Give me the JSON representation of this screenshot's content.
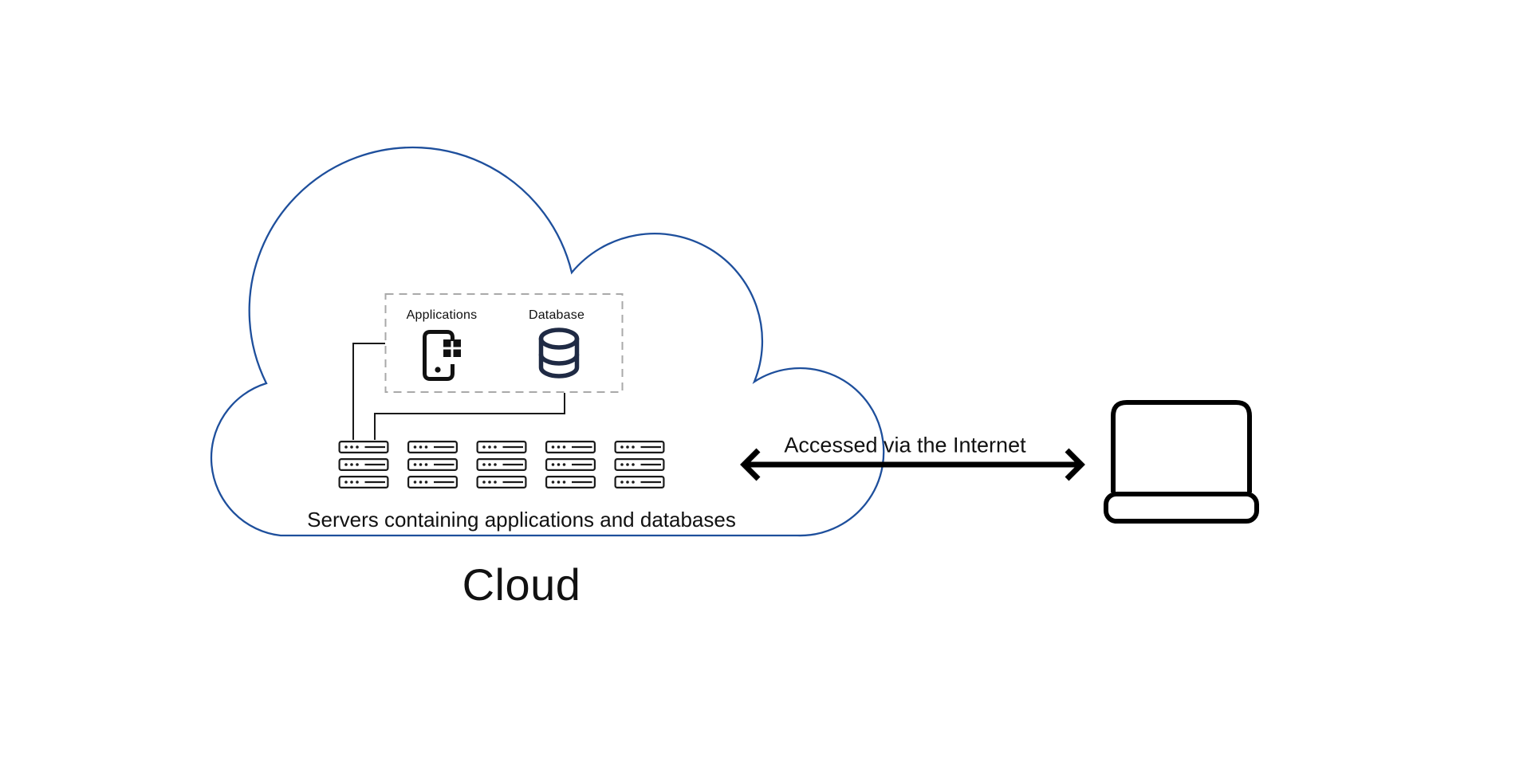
{
  "colors": {
    "cloud_outline": "#1e4f9c",
    "database_icon": "#1f2a44",
    "icon_ink": "#111111",
    "dashed_border": "#a9a9a9"
  },
  "cloud": {
    "title": "Cloud",
    "caption": "Servers containing applications and databases"
  },
  "resources_box": {
    "applications_label": "Applications",
    "database_label": "Database"
  },
  "servers": {
    "columns": 5,
    "rows_per_rack": 3
  },
  "connection": {
    "arrow_label": "Accessed via the Internet"
  }
}
